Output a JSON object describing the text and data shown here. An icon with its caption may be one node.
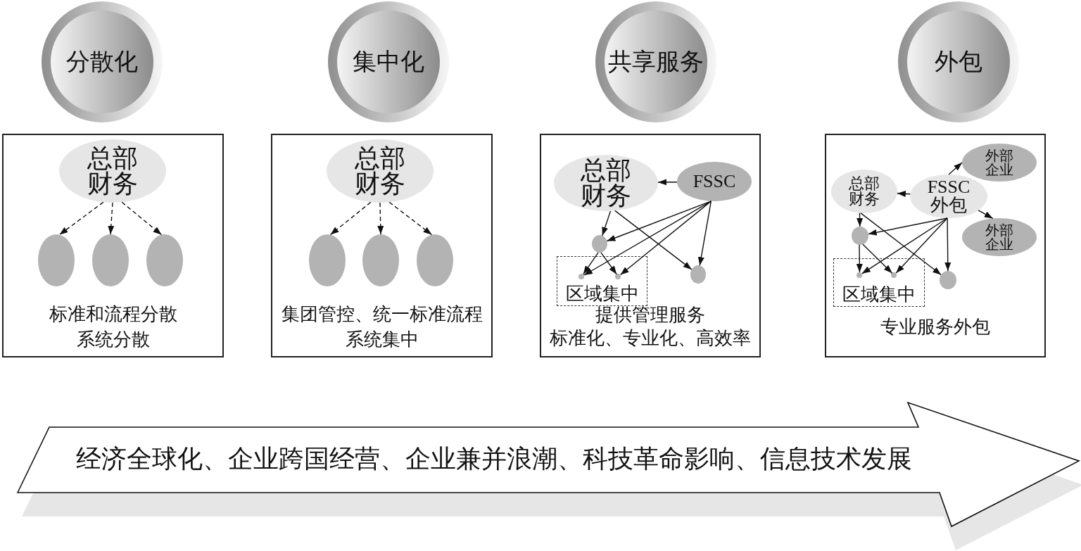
{
  "diagram": {
    "nodes": [
      {
        "text": [
          "分散化"
        ]
      },
      {
        "text": [
          "集中化"
        ]
      },
      {
        "text": [
          "共享服务"
        ]
      },
      {
        "text": [
          "外包"
        ]
      },
      {
        "text": [
          "标准和流程分散",
          "系统分散"
        ]
      },
      {
        "text": [
          "总部财务"
        ],
        "in": 4
      },
      {
        "text": [],
        "shape": "ellipse",
        "in": 4
      },
      {
        "text": [],
        "shape": "ellipse",
        "in": 4
      },
      {
        "text": [],
        "shape": "ellipse",
        "in": 4
      },
      {
        "text": [
          "集团管控、统一标准流程",
          "系统集中"
        ]
      },
      {
        "text": [
          "总部财务"
        ],
        "in": 9
      },
      {
        "text": [],
        "shape": "ellipse",
        "in": 9
      },
      {
        "text": [],
        "shape": "ellipse",
        "in": 9
      },
      {
        "text": [],
        "shape": "ellipse",
        "in": 9
      },
      {
        "text": [
          "提供管理服务",
          "标准化、专业化、高效率"
        ]
      },
      {
        "text": [
          "总部财务"
        ],
        "in": 14
      },
      {
        "text": [
          "FSSC"
        ],
        "in": 14
      },
      {
        "text": [],
        "shape": "ellipse",
        "in": 14
      },
      {
        "text": [
          "区域集中"
        ],
        "in": 14
      },
      {
        "text": [],
        "shape": "circle",
        "in": 18
      },
      {
        "text": [],
        "shape": "circle",
        "in": 18
      },
      {
        "text": [],
        "shape": "ellipse",
        "in": 14
      },
      {
        "text": [
          "专业服务外包"
        ]
      },
      {
        "text": [
          "总部财务"
        ],
        "in": 22
      },
      {
        "text": [
          "FSSC 外包"
        ],
        "in": 22
      },
      {
        "text": [
          "外部企业"
        ],
        "in": 22
      },
      {
        "text": [
          "外部企业"
        ],
        "in": 22
      },
      {
        "text": [],
        "shape": "ellipse",
        "in": 22
      },
      {
        "text": [
          "区域集中"
        ],
        "in": 22
      },
      {
        "text": [],
        "shape": "circle",
        "in": 28
      },
      {
        "text": [],
        "shape": "circle",
        "in": 28
      },
      {
        "text": [],
        "shape": "ellipse",
        "in": 22
      },
      {
        "text": [
          "经济全球化、企业跨国经营、企业兼并浪潮、科技革命影响、信息技术发展"
        ]
      }
    ],
    "edges": [
      {
        "from": 5,
        "to": 6,
        "arrow": "to",
        "style": "dashed"
      },
      {
        "from": 5,
        "to": 7,
        "arrow": "to",
        "style": "dashed"
      },
      {
        "from": 5,
        "to": 8,
        "arrow": "to",
        "style": "dashed"
      },
      {
        "from": 10,
        "to": 11,
        "arrow": "to",
        "style": "dashed"
      },
      {
        "from": 10,
        "to": 12,
        "arrow": "to",
        "style": "dashed"
      },
      {
        "from": 10,
        "to": 13,
        "arrow": "to",
        "style": "dashed"
      },
      {
        "from": 16,
        "to": 15,
        "arrow": "to"
      },
      {
        "from": 15,
        "to": 17,
        "arrow": "to"
      },
      {
        "from": 15,
        "to": 21,
        "arrow": "to"
      },
      {
        "from": 16,
        "to": 17,
        "arrow": "to"
      },
      {
        "from": 16,
        "to": 19,
        "arrow": "to"
      },
      {
        "from": 16,
        "to": 20,
        "arrow": "to"
      },
      {
        "from": 16,
        "to": 21,
        "arrow": "to"
      },
      {
        "from": 17,
        "to": 19,
        "arrow": "to"
      },
      {
        "from": 17,
        "to": 20,
        "arrow": "to"
      },
      {
        "from": 24,
        "to": 23,
        "arrow": "to"
      },
      {
        "from": 24,
        "to": 25,
        "arrow": "to"
      },
      {
        "from": 24,
        "to": 26,
        "arrow": "to"
      },
      {
        "from": 23,
        "to": 27,
        "arrow": "to"
      },
      {
        "from": 23,
        "to": 31,
        "arrow": "to"
      },
      {
        "from": 24,
        "to": 27,
        "arrow": "to"
      },
      {
        "from": 24,
        "to": 29,
        "arrow": "to"
      },
      {
        "from": 24,
        "to": 30,
        "arrow": "to"
      },
      {
        "from": 24,
        "to": 31,
        "arrow": "to"
      },
      {
        "from": 27,
        "to": 29,
        "arrow": "to"
      },
      {
        "from": 27,
        "to": 30,
        "arrow": "to"
      }
    ]
  }
}
